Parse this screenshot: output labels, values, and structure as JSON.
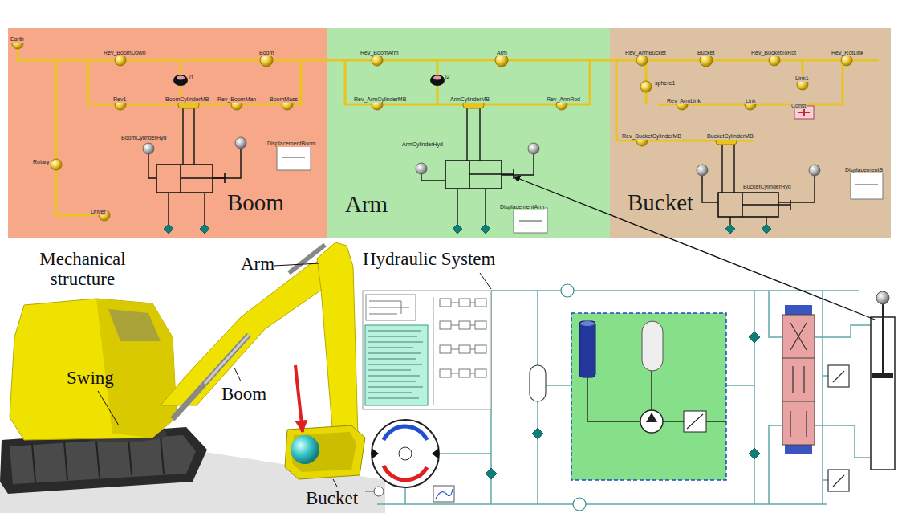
{
  "diagram": {
    "nodes": [
      {
        "text": [
          "Boom"
        ]
      },
      {
        "text": [
          "Arm"
        ]
      },
      {
        "text": [
          "Bucket"
        ]
      }
    ],
    "labels": [
      "Earth",
      "Rev_BoomDown",
      "Boom",
      "i1",
      "Rev1",
      "BoomCylinderMB",
      "Rev_BoomMan",
      "BoomMass",
      "BoomCylinderHyd",
      "DisplacementBoom",
      "Rotary",
      "Driver",
      "Rev_BoomArm",
      "Arm",
      "i2",
      "Rev_ArmCylinderMB",
      "ArmCylinderMB",
      "Rev_ArmRod",
      "ArmCylinderHyd",
      "DisplacementArm",
      "Rev_ArmBucket",
      "Bucket",
      "Rev_BucketToRot",
      "Rev_RotLink",
      "Link1",
      "sphere1",
      "Rev_ArmLink",
      "Link",
      "Const",
      "Rev_BucketCylinderMB",
      "BucketCylinderMB",
      "BucketCylinderHyd",
      "DisplacementB",
      "Mechanical structure",
      "Swing",
      "Boom",
      "Arm",
      "Bucket",
      "Hydraulic System"
    ]
  }
}
